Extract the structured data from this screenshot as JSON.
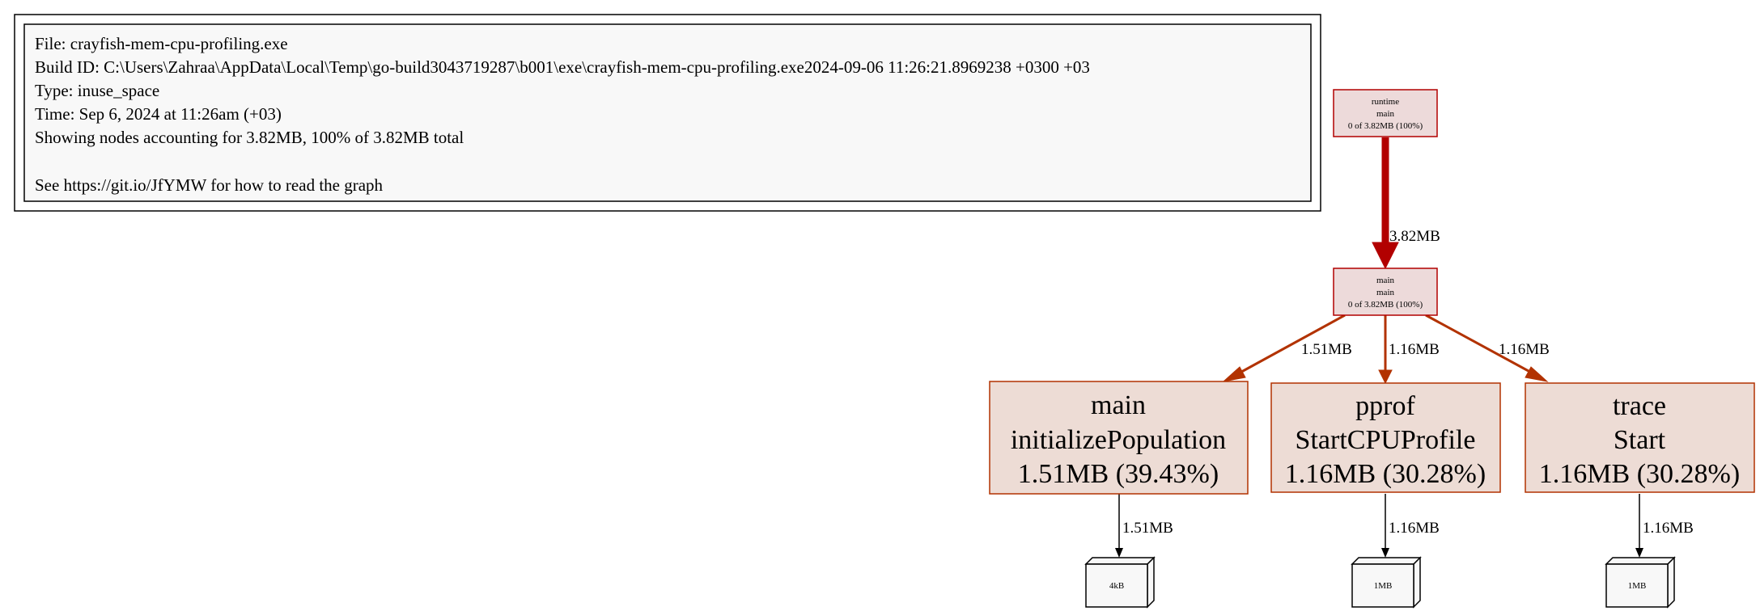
{
  "legend": {
    "file": "File: crayfish-mem-cpu-profiling.exe",
    "build_id": "Build ID: C:\\Users\\Zahraa\\AppData\\Local\\Temp\\go-build3043719287\\b001\\exe\\crayfish-mem-cpu-profiling.exe2024-09-06 11:26:21.8969238 +0300 +03",
    "type": "Type: inuse_space",
    "time": "Time: Sep 6, 2024 at 11:26am (+03)",
    "showing": "Showing nodes accounting for 3.82MB, 100% of 3.82MB total",
    "help": "See https://git.io/JfYMW for how to read the graph"
  },
  "nodes": {
    "runtime_main": {
      "line1": "runtime",
      "line2": "main",
      "line3": "0 of 3.82MB (100%)"
    },
    "main_main": {
      "line1": "main",
      "line2": "main",
      "line3": "0 of 3.82MB (100%)"
    },
    "init_pop": {
      "line1": "main",
      "line2": "initializePopulation",
      "line3": "1.51MB (39.43%)"
    },
    "pprof": {
      "line1": "pprof",
      "line2": "StartCPUProfile",
      "line3": "1.16MB (30.28%)"
    },
    "trace": {
      "line1": "trace",
      "line2": "Start",
      "line3": "1.16MB (30.28%)"
    }
  },
  "leaves": {
    "init_pop": "4kB",
    "pprof": "1MB",
    "trace": "1MB"
  },
  "edges": {
    "runtime_to_main": "3.82MB",
    "main_to_init": "1.51MB",
    "main_to_pprof": "1.16MB",
    "main_to_trace": "1.16MB",
    "init_to_leaf": "1.51MB",
    "pprof_to_leaf": "1.16MB",
    "trace_to_leaf": "1.16MB"
  },
  "colors": {
    "hot_edge": "#b20000",
    "edge": "#b23200",
    "node_hot_fill": "#eddada",
    "node_fill": "#eddcd5",
    "node_hot_stroke": "#b20000",
    "node_stroke": "#b23200"
  }
}
